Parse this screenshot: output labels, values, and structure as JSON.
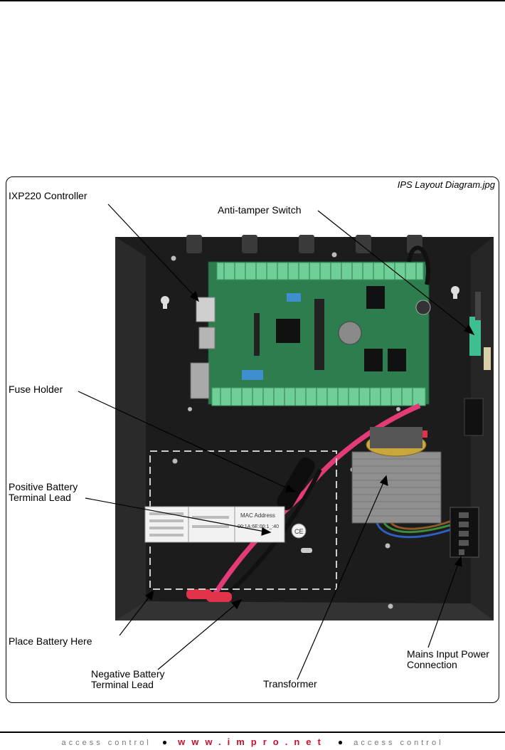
{
  "image_caption": "IPS Layout Diagram.jpg",
  "labels": {
    "controller": "IXP220 Controller",
    "anti_tamper": "Anti-tamper Switch",
    "fuse_holder": "Fuse Holder",
    "positive_lead_line1": "Positive Battery",
    "positive_lead_line2": "Terminal Lead",
    "place_battery": "Place Battery Here",
    "negative_lead_line1": "Negative Battery",
    "negative_lead_line2": "Terminal Lead",
    "transformer": "Transformer",
    "mains_line1": "Mains Input Power",
    "mains_line2": "Connection"
  },
  "device_label": {
    "mac_title": "MAC Address",
    "mac_value": "00:1A:6E:00:1_:40"
  },
  "footer": {
    "left": "access control",
    "site": "www.impro.net",
    "right": "access control"
  },
  "colors": {
    "enclosure": "#1b1b1b",
    "board": "#2e7d4f",
    "terminal": "#6fcf97",
    "accent": "#c8102e"
  }
}
